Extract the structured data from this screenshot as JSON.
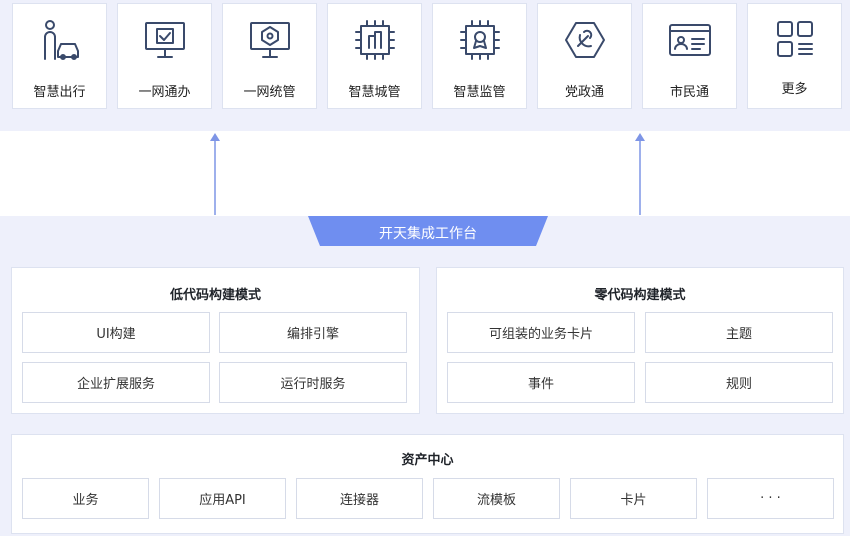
{
  "apps": [
    {
      "label": "智慧出行",
      "icon": "person-car-icon"
    },
    {
      "label": "一网通办",
      "icon": "monitor-check-icon"
    },
    {
      "label": "一网统管",
      "icon": "monitor-hexagon-icon"
    },
    {
      "label": "智慧城管",
      "icon": "chip-building-icon"
    },
    {
      "label": "智慧监管",
      "icon": "chip-badge-icon"
    },
    {
      "label": "党政通",
      "icon": "party-emblem-icon"
    },
    {
      "label": "市民通",
      "icon": "id-card-icon"
    },
    {
      "label": "更多",
      "icon": "grid-more-icon"
    }
  ],
  "platform": {
    "title": "开天集成工作台"
  },
  "low_code": {
    "title": "低代码构建模式",
    "items": [
      "UI构建",
      "编排引擎",
      "企业扩展服务",
      "运行时服务"
    ]
  },
  "zero_code": {
    "title": "零代码构建模式",
    "items": [
      "可组装的业务卡片",
      "主题",
      "事件",
      "规则"
    ]
  },
  "assets": {
    "title": "资产中心",
    "items": [
      "业务",
      "应用API",
      "连接器",
      "流模板",
      "卡片",
      "· · ·"
    ]
  },
  "colors": {
    "accent": "#6f8ef0",
    "icon": "#3a4a6b",
    "band": "#eef0fb"
  }
}
